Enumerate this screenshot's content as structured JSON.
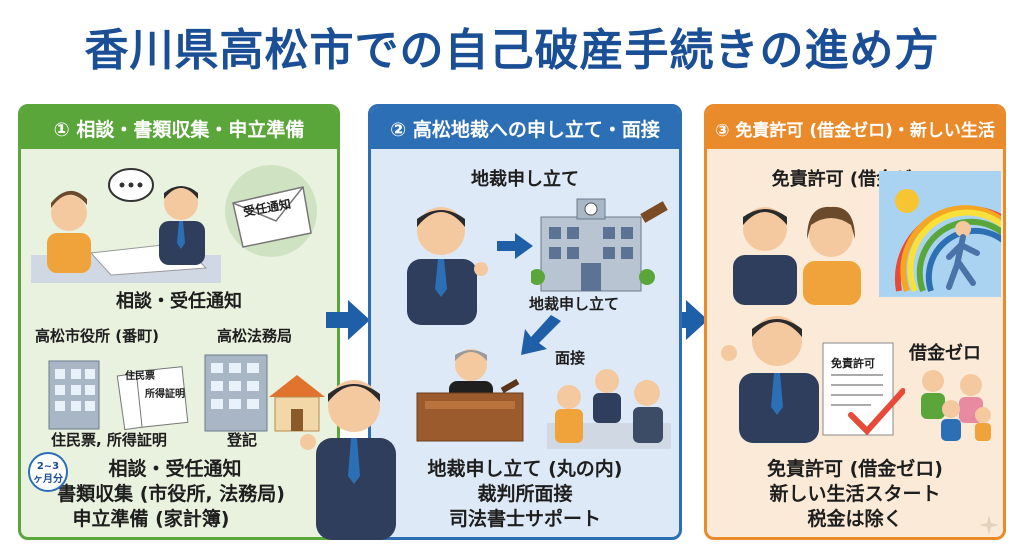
{
  "title": "香川県高松市での自己破産手続きの進め方",
  "panel1": {
    "header": "① 相談・書類収集・申立準備",
    "envelope_label": "受任通知",
    "section_label": "相談・受任通知",
    "city_office": "高松市役所 (番町)",
    "legal_bureau": "高松法務局",
    "doc1": "住民票",
    "doc2": "所得証明",
    "docs_caption": "住民票, 所得証明",
    "registry_caption": "登記",
    "badge_line1": "2~3",
    "badge_line2": "ヶ月分",
    "summary_line1": "相談・受任通知",
    "summary_line2": "書類収集 (市役所, 法務局)",
    "summary_line3": "申立準備 (家計簿)"
  },
  "panel2": {
    "header": "② 高松地裁への申し立て・面接",
    "filing_title": "地裁申し立て",
    "filing_sub": "地裁申し立て",
    "interview_label": "面接",
    "summary_line1": "地裁申し立て (丸の内)",
    "summary_line2": "裁判所面接",
    "summary_line3": "司法書士サポート"
  },
  "panel3": {
    "header": "③ 免責許可 (借金ゼロ)・新しい生活",
    "top_title": "免責許可 (借金ゼロ)",
    "certificate_label": "免責許可",
    "zero_debt_label": "借金ゼロ",
    "summary_line1": "免責許可 (借金ゼロ)",
    "summary_line2": "新しい生活スタート",
    "summary_line3": "税金は除く"
  },
  "colors": {
    "title": "#1a4e95",
    "green": "#5aa63a",
    "blue": "#2d6fb5",
    "orange": "#e98a2b",
    "arrow": "#1f5fa8"
  }
}
